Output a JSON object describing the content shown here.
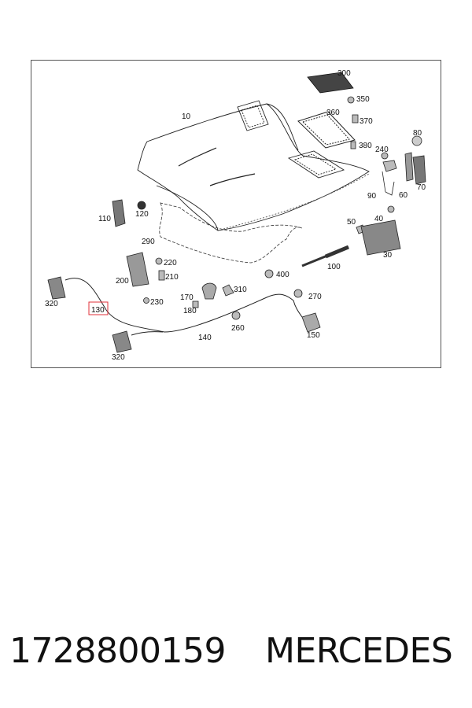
{
  "diagram": {
    "highlight_color": "#e0303a",
    "callouts": {
      "c10": "10",
      "c30": "30",
      "c40": "40",
      "c50": "50",
      "c60": "60",
      "c70": "70",
      "c80": "80",
      "c90": "90",
      "c100": "100",
      "c110": "110",
      "c120": "120",
      "c130": "130",
      "c140": "140",
      "c150": "150",
      "c170": "170",
      "c180": "180",
      "c200": "200",
      "c210": "210",
      "c220": "220",
      "c230": "230",
      "c240": "240",
      "c260": "260",
      "c270": "270",
      "c290": "290",
      "c300": "300",
      "c310": "310",
      "c320a": "320",
      "c320b": "320",
      "c350": "350",
      "c360": "360",
      "c370": "370",
      "c380": "380",
      "c400": "400"
    }
  },
  "caption": {
    "part_number": "1728800159",
    "brand": "MERCEDES"
  }
}
